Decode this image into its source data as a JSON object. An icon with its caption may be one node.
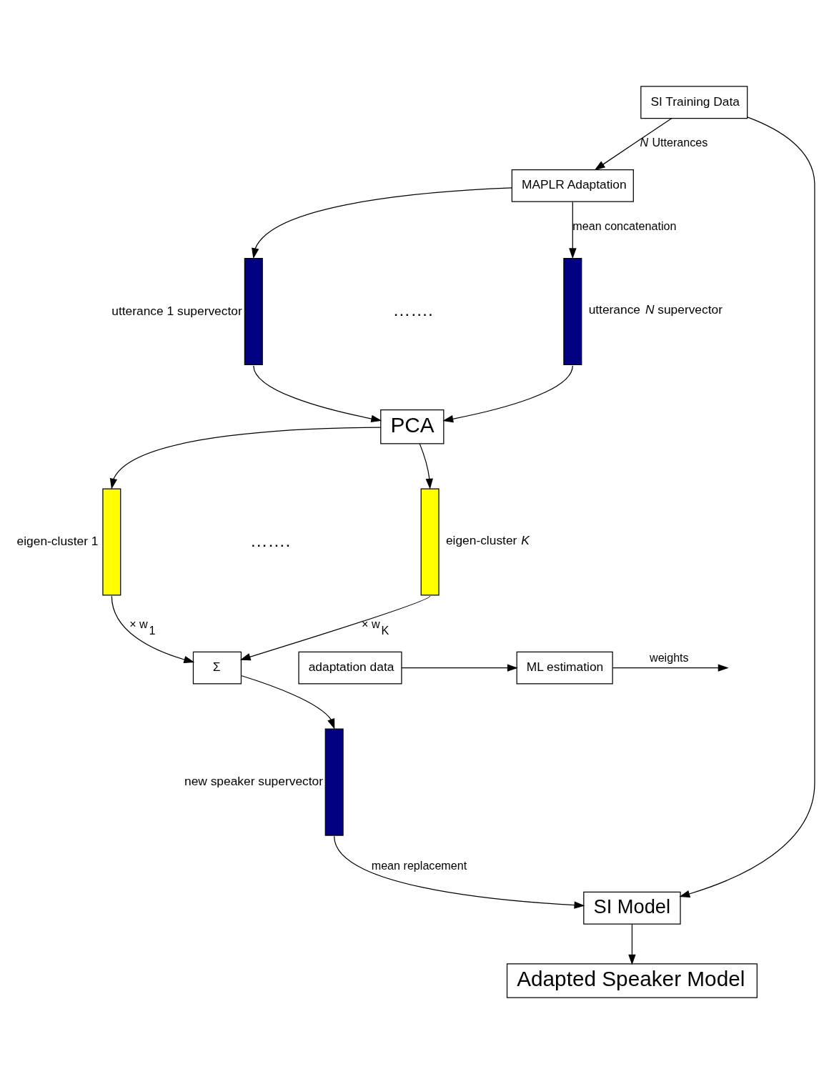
{
  "diagram": {
    "nodes": [
      {
        "text": [
          "SI Training Data"
        ]
      },
      {
        "text": [
          "MAPLR Adaptation"
        ]
      },
      {
        "text": [],
        "shape": "bar",
        "beside": [
          "utterance 1 supervector"
        ]
      },
      {
        "text": [],
        "shape": "bar",
        "beside": [
          "utterance *N* supervector"
        ]
      },
      {
        "text": [
          "PCA"
        ]
      },
      {
        "text": [],
        "shape": "bar",
        "beside": [
          "eigen-cluster 1"
        ]
      },
      {
        "text": [],
        "shape": "bar",
        "beside": [
          "eigen-cluster *K*"
        ]
      },
      {
        "text": [
          "Σ"
        ]
      },
      {
        "text": [
          "adaptation data"
        ]
      },
      {
        "text": [
          "ML estimation"
        ]
      },
      {
        "text": [],
        "shape": "bar",
        "beside": [
          "new speaker supervector"
        ]
      },
      {
        "text": [
          "SI Model"
        ]
      },
      {
        "text": [
          "Adapted Speaker Model"
        ]
      }
    ],
    "edges": [
      {
        "from": 0,
        "to": 1,
        "arrow": "to",
        "label": "*N* Utterances"
      },
      {
        "from": 1,
        "to": 2,
        "arrow": "to"
      },
      {
        "from": 1,
        "to": 3,
        "arrow": "to",
        "label": "mean concatenation"
      },
      {
        "from": 2,
        "to": 4,
        "arrow": "to"
      },
      {
        "from": 3,
        "to": 4,
        "arrow": "to"
      },
      {
        "from": 4,
        "to": 5,
        "arrow": "to"
      },
      {
        "from": 4,
        "to": 6,
        "arrow": "to"
      },
      {
        "from": 5,
        "to": 7,
        "arrow": "to",
        "label": "× w$_{1}$"
      },
      {
        "from": 6,
        "to": 7,
        "arrow": "to",
        "label": "× w$_{K}$"
      },
      {
        "from": 8,
        "to": 9,
        "arrow": "to"
      },
      {
        "from": 9,
        "to": null,
        "arrow": "to",
        "label": "weights"
      },
      {
        "from": 7,
        "to": 10,
        "arrow": "to"
      },
      {
        "from": 10,
        "to": 11,
        "arrow": "to",
        "label": "mean replacement"
      },
      {
        "from": 0,
        "to": 11,
        "arrow": "to"
      },
      {
        "from": 11,
        "to": 12,
        "arrow": "to"
      }
    ],
    "labels": [
      "…….",
      "……."
    ]
  }
}
